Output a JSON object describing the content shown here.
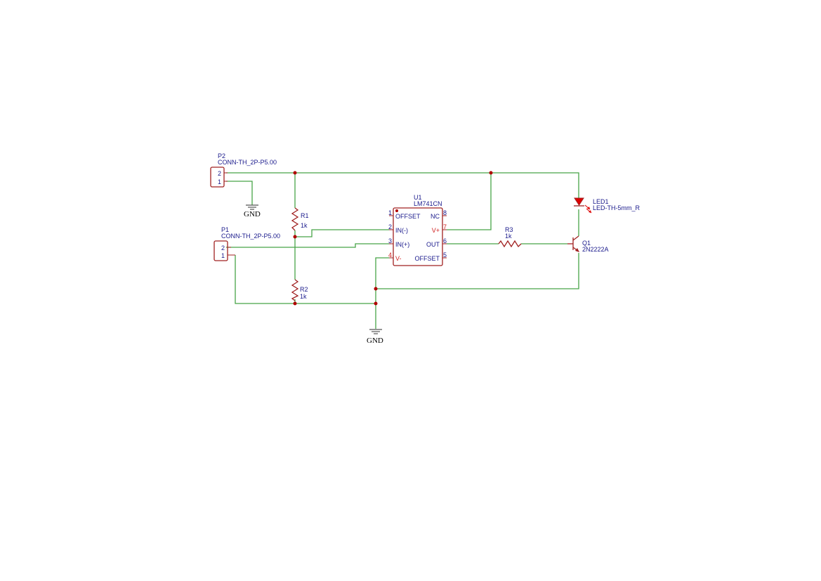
{
  "components": {
    "p2": {
      "ref": "P2",
      "value": "CONN-TH_2P-P5.00",
      "pin_top": "2",
      "pin_bottom": "1"
    },
    "p1": {
      "ref": "P1",
      "value": "CONN-TH_2P-P5.00",
      "pin_top": "2",
      "pin_bottom": "1"
    },
    "r1": {
      "ref": "R1",
      "value": "1k"
    },
    "r2": {
      "ref": "R2",
      "value": "1k"
    },
    "r3": {
      "ref": "R3",
      "value": "1k"
    },
    "u1": {
      "ref": "U1",
      "value": "LM741CN",
      "pins": {
        "p1": {
          "num": "1",
          "name": "OFFSET"
        },
        "p2": {
          "num": "2",
          "name": "IN(-)"
        },
        "p3": {
          "num": "3",
          "name": "IN(+)"
        },
        "p4": {
          "num": "4",
          "name": "V-"
        },
        "p5": {
          "num": "5",
          "name": "OFFSET"
        },
        "p6": {
          "num": "6",
          "name": "OUT"
        },
        "p7": {
          "num": "7",
          "name": "V+"
        },
        "p8": {
          "num": "8",
          "name": "NC"
        }
      }
    },
    "led1": {
      "ref": "LED1",
      "value": "LED-TH-5mm_R"
    },
    "q1": {
      "ref": "Q1",
      "value": "2N2222A"
    }
  },
  "power": {
    "gnd_top": "GND",
    "gnd_bottom": "GND"
  },
  "colors": {
    "wire": "#47a447",
    "symbol": "#a02020",
    "label": "#1a1a8c",
    "power_pin": "#d02020",
    "junction": "#b00000"
  }
}
